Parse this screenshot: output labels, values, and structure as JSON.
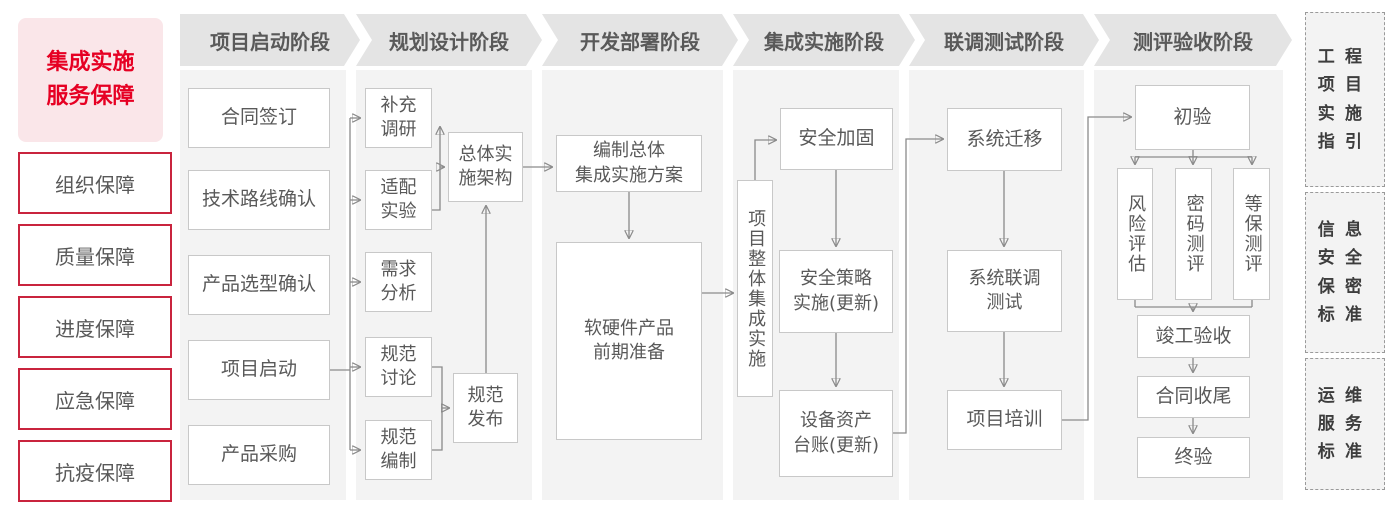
{
  "title": {
    "text": "集成实施\n服务保障"
  },
  "guarantees": [
    "组织保障",
    "质量保障",
    "进度保障",
    "应急保障",
    "抗疫保障"
  ],
  "phases": [
    "项目启动阶段",
    "规划设计阶段",
    "开发部署阶段",
    "集成实施阶段",
    "联调测试阶段",
    "测评验收阶段"
  ],
  "nodes": {
    "contract_signing": "合同签订",
    "tech_route_confirm": "技术路线确认",
    "product_selection_confirm": "产品选型确认",
    "project_kickoff": "项目启动",
    "product_procurement": "产品采购",
    "supplementary_research": "补充\n调研",
    "adaptation_experiment": "适配\n实验",
    "requirement_analysis": "需求\n分析",
    "spec_discussion": "规范\n讨论",
    "spec_compilation": "规范\n编制",
    "overall_impl_architecture": "总体实\n施架构",
    "spec_release": "规范\n发布",
    "compile_overall_plan": "编制总体\n集成实施方案",
    "hw_sw_preparation": "软硬件产品\n前期准备",
    "overall_integration_impl": "项目整体集成实施",
    "security_hardening": "安全加固",
    "security_policy_impl": "安全策略\n实施(更新)",
    "asset_ledger_update": "设备资产\n台账(更新)",
    "system_migration": "系统迁移",
    "joint_debug_test": "系统联调\n测试",
    "project_training": "项目培训",
    "initial_acceptance": "初验",
    "risk_assessment": "风险评估",
    "crypto_evaluation": "密码测评",
    "classified_protection_eval": "等保测评",
    "completion_acceptance": "竣工验收",
    "contract_closure": "合同收尾",
    "final_acceptance": "终验"
  },
  "standards": [
    "工程\n项目\n实施\n指引",
    "信息\n安全\n保密\n标准",
    "运维\n服务\n标准"
  ],
  "colors": {
    "accent_red": "#e60023",
    "border_red": "#c9243e",
    "pink_bg": "#fae6e9",
    "band_gray": "#f3f3f3",
    "ribbon_gray": "#e4e4e4",
    "text_gray": "#595959",
    "line_gray": "#8a8a8a"
  }
}
